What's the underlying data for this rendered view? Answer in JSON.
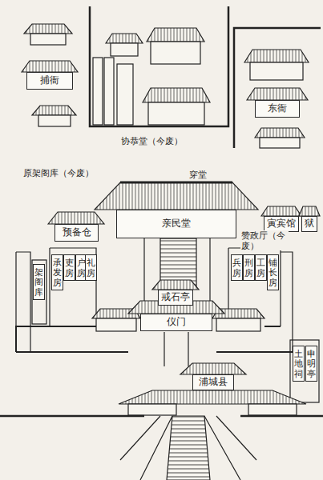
{
  "diagram": {
    "nodes": [
      {
        "text": [
          "捕衙"
        ]
      },
      {
        "text": [
          "东衙"
        ]
      },
      {
        "text": [
          "亲民堂"
        ]
      },
      {
        "text": [
          "预备仓"
        ]
      },
      {
        "text": [
          "寅宾馆"
        ]
      },
      {
        "text": [
          "狱"
        ]
      },
      {
        "text": [
          "戒石亭"
        ]
      },
      {
        "text": [
          "仪门"
        ]
      },
      {
        "text": [
          "浦城县"
        ]
      },
      {
        "text": [
          "架阁库"
        ]
      },
      {
        "text": [
          "承发房"
        ]
      },
      {
        "text": [
          "吏房"
        ]
      },
      {
        "text": [
          "户房"
        ]
      },
      {
        "text": [
          "礼房"
        ]
      },
      {
        "text": [
          "兵房"
        ]
      },
      {
        "text": [
          "刑房"
        ]
      },
      {
        "text": [
          "工房"
        ]
      },
      {
        "text": [
          "铺长房"
        ]
      },
      {
        "text": [
          "土地祠"
        ]
      },
      {
        "text": [
          "申明亭"
        ]
      }
    ],
    "labels": [
      "协恭堂（今废）",
      "原架阁库（今废）",
      "穿堂",
      "赞政厅（今废）"
    ]
  }
}
